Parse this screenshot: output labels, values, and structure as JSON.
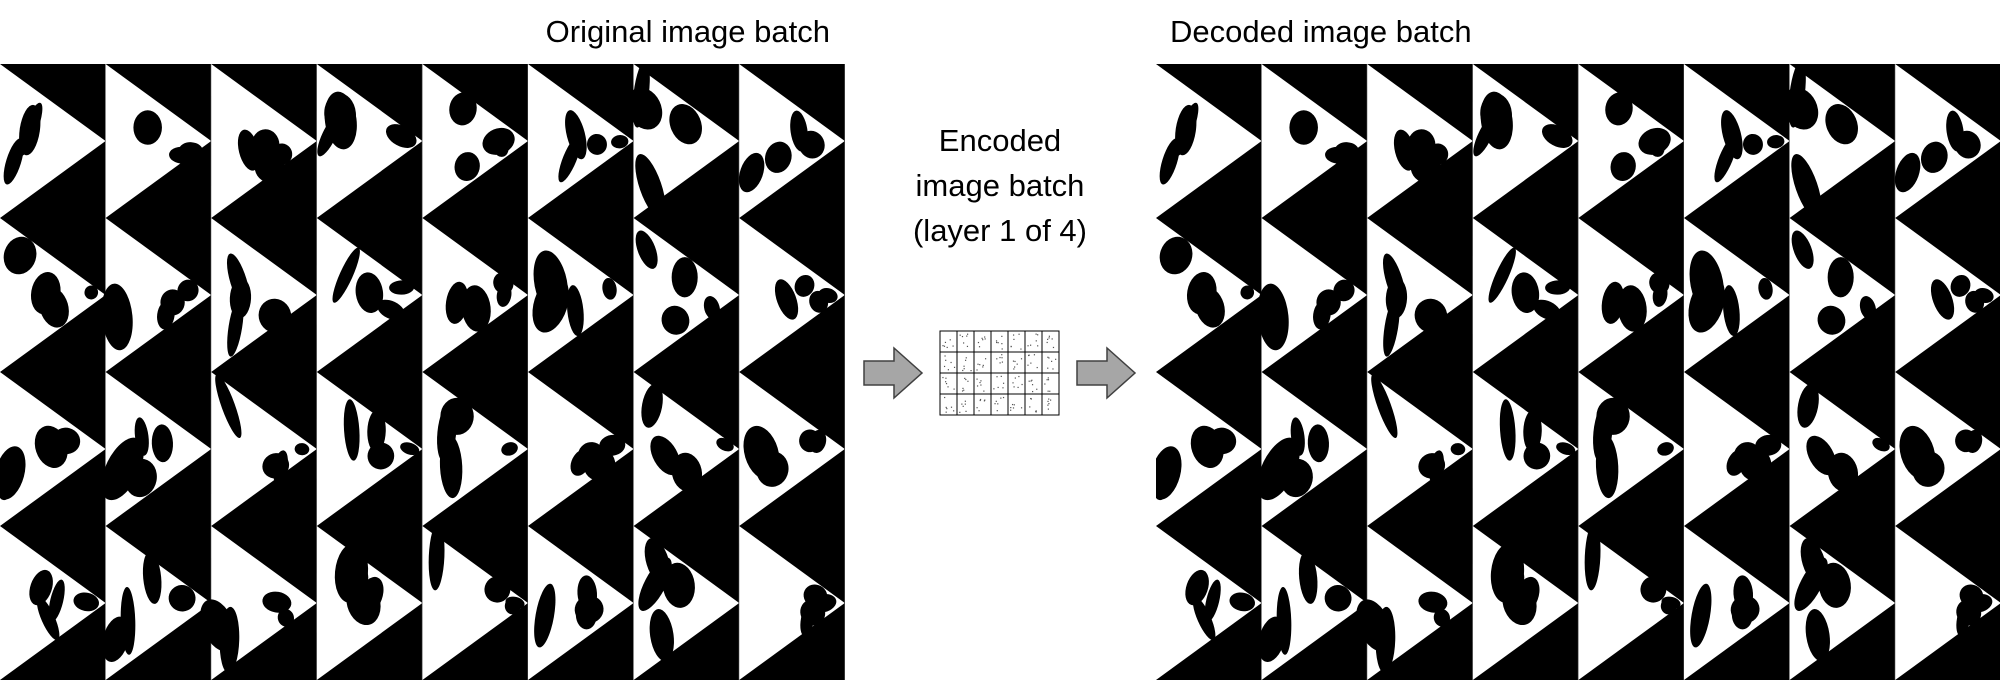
{
  "labels": {
    "original": "Original image batch",
    "encoded_line1": "Encoded",
    "encoded_line2": "image batch",
    "encoded_line3": "(layer 1 of 4)",
    "decoded": "Decoded image batch"
  },
  "batch": {
    "columns": 8,
    "rows": 4,
    "encoded_columns": 7,
    "encoded_rows": 4
  },
  "colors": {
    "background": "#ffffff",
    "structure": "#ffffff",
    "void": "#000000",
    "arrow_fill": "#a6a6a6",
    "arrow_stroke": "#404040"
  }
}
